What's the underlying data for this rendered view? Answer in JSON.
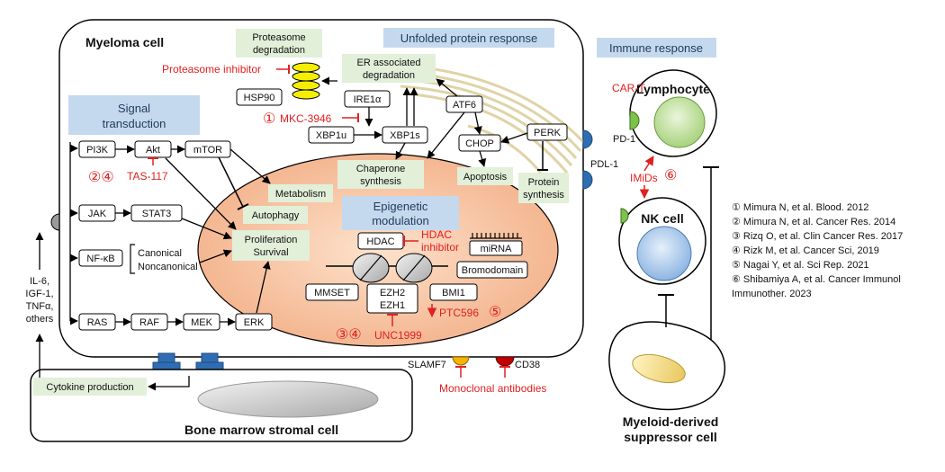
{
  "cells": {
    "myeloma": "Myeloma cell",
    "stromal": "Bone marrow stromal cell",
    "lymphocyte": "Lymphocyte",
    "nk": "NK cell",
    "mdsc_line1": "Myeloid-derived",
    "mdsc_line2": "suppressor cell"
  },
  "headers": {
    "signal_line1": "Signal",
    "signal_line2": "transduction",
    "upr": "Unfolded protein response",
    "immune": "Immune response",
    "epi_line1": "Epigenetic",
    "epi_line2": "modulation"
  },
  "nodes": {
    "proteasome_deg_line1": "Proteasome",
    "proteasome_deg_line2": "degradation",
    "erad_line1": "ER associated",
    "erad_line2": "degradation",
    "hsp90": "HSP90",
    "ire1a": "IRE1α",
    "atf6": "ATF6",
    "xbp1u": "XBP1u",
    "xbp1s": "XBP1s",
    "chop": "CHOP",
    "perk": "PERK",
    "chaperone_line1": "Chaperone",
    "chaperone_line2": "synthesis",
    "apoptosis": "Apoptosis",
    "protein_synth_line1": "Protein",
    "protein_synth_line2": "synthesis",
    "pi3k": "PI3K",
    "akt": "Akt",
    "mtor": "mTOR",
    "metabolism": "Metabolism",
    "autophagy": "Autophagy",
    "jak": "JAK",
    "stat3": "STAT3",
    "nfkb": "NF-κB",
    "canonical": "Canonical",
    "noncanonical": "Noncanonical",
    "prolif_line1": "Proliferation",
    "prolif_line2": "Survival",
    "ras": "RAS",
    "raf": "RAF",
    "mek": "MEK",
    "erk": "ERK",
    "hdac": "HDAC",
    "mirna": "miRNA",
    "bromodomain": "Bromodomain",
    "mmset": "MMSET",
    "ezh2": "EZH2",
    "ezh1": "EZH1",
    "bmi1": "BMI1",
    "cytokine_production": "Cytokine production",
    "cytokines_line1": "IL-6,",
    "cytokines_line2": "IGF-1,",
    "cytokines_line3": "TNFα,",
    "cytokines_line4": "others",
    "pd1": "PD-1",
    "pdl1": "PDL-1",
    "slamf7": "SLAMF7",
    "cd38": "CD38"
  },
  "drugs": {
    "proteasome_inhibitor": "Proteasome inhibitor",
    "mkc": "MKC-3946",
    "mkc_ref": "①",
    "tas": "TAS-117",
    "tas_ref": "②④",
    "hdac_inh_line1": "HDAC",
    "hdac_inh_line2": "inhibitor",
    "unc": "UNC1999",
    "unc_ref": "③④",
    "ptc": "PTC596",
    "ptc_ref": "⑤",
    "cart": "CAR-T",
    "imids": "IMiDs",
    "imids_ref": "⑥",
    "mabs": "Monoclonal antibodies"
  },
  "references": [
    "① Mimura N, et al. Blood. 2012",
    "② Mimura N, et al. Cancer Res. 2014",
    "③ Rizq O, et al. Clin Cancer Res. 2017",
    "④ Rizk M, et al. Cancer Sci, 2019",
    "⑤ Nagai Y, et al. Sci Rep. 2021",
    "⑥ Shibamiya A, et al. Cancer Immunol",
    "Immunother. 2023"
  ],
  "colors": {
    "header_fill": "#c5d9ee",
    "green_fill": "#e2efd9",
    "red": "#e02020",
    "nucleus_inner": "#fde2cc",
    "nucleus_outer": "#f3b28b",
    "receptor_blue": "#2f6db3",
    "proteasome_yellow": "#f5ee00",
    "slamf7": "#f5b400",
    "cd38": "#c00000",
    "cell_green": "#a8d27c"
  }
}
